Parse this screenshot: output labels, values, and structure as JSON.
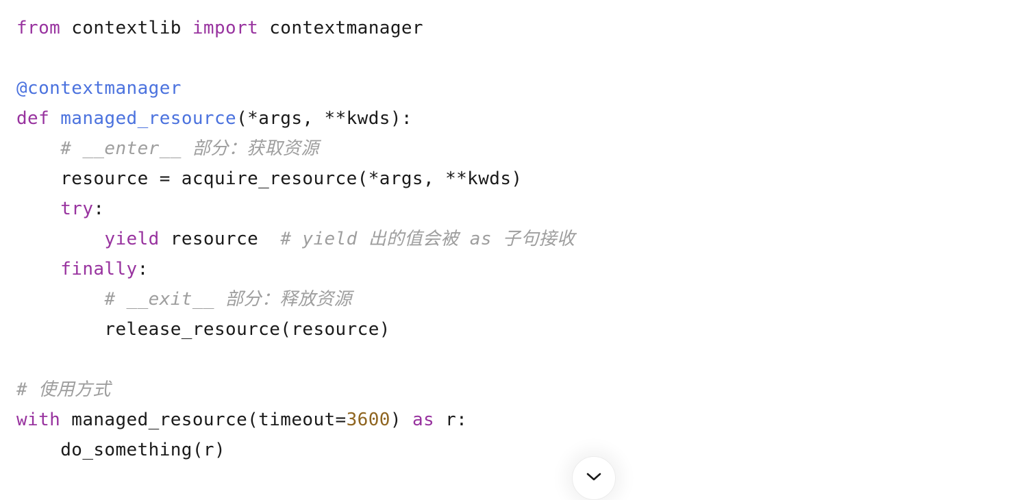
{
  "code": {
    "language": "python",
    "lines": [
      {
        "tokens": [
          {
            "t": "from",
            "c": "kw"
          },
          {
            "t": " contextlib ",
            "c": "plain"
          },
          {
            "t": "import",
            "c": "kw"
          },
          {
            "t": " contextmanager",
            "c": "plain"
          }
        ]
      },
      {
        "tokens": []
      },
      {
        "tokens": [
          {
            "t": "@contextmanager",
            "c": "dec"
          }
        ]
      },
      {
        "tokens": [
          {
            "t": "def",
            "c": "kw"
          },
          {
            "t": " ",
            "c": "plain"
          },
          {
            "t": "managed_resource",
            "c": "fn"
          },
          {
            "t": "(*args, **kwds):",
            "c": "plain"
          }
        ]
      },
      {
        "tokens": [
          {
            "t": "    ",
            "c": "plain"
          },
          {
            "t": "# __enter__ 部分：获取资源",
            "c": "cm"
          }
        ]
      },
      {
        "tokens": [
          {
            "t": "    resource = acquire_resource(*args, **kwds)",
            "c": "plain"
          }
        ]
      },
      {
        "tokens": [
          {
            "t": "    ",
            "c": "plain"
          },
          {
            "t": "try",
            "c": "kw"
          },
          {
            "t": ":",
            "c": "plain"
          }
        ]
      },
      {
        "tokens": [
          {
            "t": "        ",
            "c": "plain"
          },
          {
            "t": "yield",
            "c": "kw"
          },
          {
            "t": " resource  ",
            "c": "plain"
          },
          {
            "t": "# yield 出的值会被 as 子句接收",
            "c": "cm"
          }
        ]
      },
      {
        "tokens": [
          {
            "t": "    ",
            "c": "plain"
          },
          {
            "t": "finally",
            "c": "kw"
          },
          {
            "t": ":",
            "c": "plain"
          }
        ]
      },
      {
        "tokens": [
          {
            "t": "        ",
            "c": "plain"
          },
          {
            "t": "# __exit__ 部分：释放资源",
            "c": "cm"
          }
        ]
      },
      {
        "tokens": [
          {
            "t": "        release_resource(resource)",
            "c": "plain"
          }
        ]
      },
      {
        "tokens": []
      },
      {
        "tokens": [
          {
            "t": "# 使用方式",
            "c": "cm"
          }
        ]
      },
      {
        "tokens": [
          {
            "t": "with",
            "c": "kw"
          },
          {
            "t": " managed_resource(timeout=",
            "c": "plain"
          },
          {
            "t": "3600",
            "c": "num"
          },
          {
            "t": ") ",
            "c": "plain"
          },
          {
            "t": "as",
            "c": "kw"
          },
          {
            "t": " r:",
            "c": "plain"
          }
        ]
      },
      {
        "tokens": [
          {
            "t": "    do_something(r)",
            "c": "plain"
          }
        ]
      }
    ]
  },
  "scroll_button": {
    "icon": "chevron-down-icon"
  },
  "colors": {
    "keyword": "#98339f",
    "function": "#4b72de",
    "decorator": "#4b72de",
    "number": "#8f6520",
    "comment": "#9e9e9e",
    "text": "#1a1a1a",
    "background": "#ffffff"
  }
}
